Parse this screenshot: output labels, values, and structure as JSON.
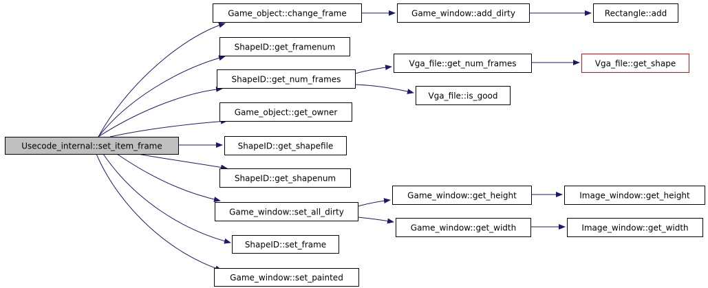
{
  "graph": {
    "colors": {
      "edge": "#191970",
      "node_border": "#000000",
      "node_fill": "#ffffff",
      "root_fill": "#bfbfbf",
      "external_border": "#ff0000"
    },
    "nodes": [
      {
        "id": "root",
        "label": "Usecode_internal::set_item_frame",
        "style": "root"
      },
      {
        "id": "change_frame",
        "label": "Game_object::change_frame",
        "style": "normal"
      },
      {
        "id": "add_dirty",
        "label": "Game_window::add_dirty",
        "style": "normal"
      },
      {
        "id": "rect_add",
        "label": "Rectangle::add",
        "style": "normal"
      },
      {
        "id": "get_framenum",
        "label": "ShapeID::get_framenum",
        "style": "normal"
      },
      {
        "id": "get_num_frames",
        "label": "ShapeID::get_num_frames",
        "style": "normal"
      },
      {
        "id": "vga_get_num_frames",
        "label": "Vga_file::get_num_frames",
        "style": "normal"
      },
      {
        "id": "vga_get_shape",
        "label": "Vga_file::get_shape",
        "style": "external"
      },
      {
        "id": "vga_is_good",
        "label": "Vga_file::is_good",
        "style": "normal"
      },
      {
        "id": "get_owner",
        "label": "Game_object::get_owner",
        "style": "normal"
      },
      {
        "id": "get_shapefile",
        "label": "ShapeID::get_shapefile",
        "style": "normal"
      },
      {
        "id": "get_shapenum",
        "label": "ShapeID::get_shapenum",
        "style": "normal"
      },
      {
        "id": "set_all_dirty",
        "label": "Game_window::set_all_dirty",
        "style": "normal"
      },
      {
        "id": "gw_get_height",
        "label": "Game_window::get_height",
        "style": "normal"
      },
      {
        "id": "iw_get_height",
        "label": "Image_window::get_height",
        "style": "normal"
      },
      {
        "id": "gw_get_width",
        "label": "Game_window::get_width",
        "style": "normal"
      },
      {
        "id": "iw_get_width",
        "label": "Image_window::get_width",
        "style": "normal"
      },
      {
        "id": "set_frame",
        "label": "ShapeID::set_frame",
        "style": "normal"
      },
      {
        "id": "set_painted",
        "label": "Game_window::set_painted",
        "style": "normal"
      }
    ],
    "edges": [
      {
        "from": "root",
        "to": "change_frame"
      },
      {
        "from": "change_frame",
        "to": "add_dirty"
      },
      {
        "from": "add_dirty",
        "to": "rect_add"
      },
      {
        "from": "root",
        "to": "get_framenum"
      },
      {
        "from": "root",
        "to": "get_num_frames"
      },
      {
        "from": "get_num_frames",
        "to": "vga_get_num_frames"
      },
      {
        "from": "vga_get_num_frames",
        "to": "vga_get_shape"
      },
      {
        "from": "get_num_frames",
        "to": "vga_is_good"
      },
      {
        "from": "root",
        "to": "get_owner"
      },
      {
        "from": "root",
        "to": "get_shapefile"
      },
      {
        "from": "root",
        "to": "get_shapenum"
      },
      {
        "from": "root",
        "to": "set_all_dirty"
      },
      {
        "from": "set_all_dirty",
        "to": "gw_get_height"
      },
      {
        "from": "gw_get_height",
        "to": "iw_get_height"
      },
      {
        "from": "set_all_dirty",
        "to": "gw_get_width"
      },
      {
        "from": "gw_get_width",
        "to": "iw_get_width"
      },
      {
        "from": "root",
        "to": "set_frame"
      },
      {
        "from": "root",
        "to": "set_painted"
      }
    ]
  }
}
